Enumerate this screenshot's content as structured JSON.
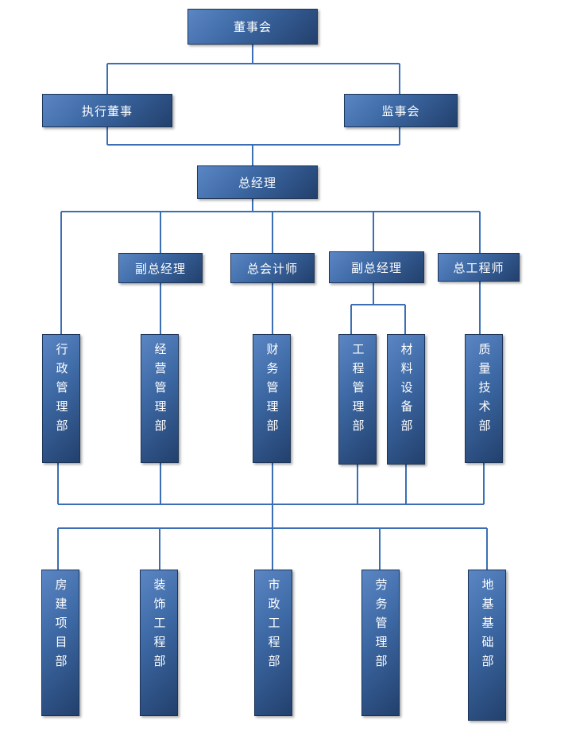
{
  "nodes": {
    "board": "董事会",
    "executive_director": "执行董事",
    "supervisory_board": "监事会",
    "general_manager": "总经理",
    "deputy_gm_1": "副总经理",
    "chief_accountant": "总会计师",
    "deputy_gm_2": "副总经理",
    "chief_engineer": "总工程师",
    "admin_dept": "行政管理部",
    "operations_dept": "经营管理部",
    "finance_dept": "财务管理部",
    "engineering_dept": "工程管理部",
    "materials_dept": "材料设备部",
    "quality_dept": "质量技术部",
    "housing_dept": "房建项目部",
    "decoration_dept": "装饰工程部",
    "municipal_dept": "市政工程部",
    "labor_dept": "劳务管理部",
    "foundation_dept": "地基基础部"
  },
  "colors": {
    "box_light": "#5b86c4",
    "box_dark": "#22406d",
    "connector": "#3a6fb5",
    "text": "#ffffff"
  }
}
